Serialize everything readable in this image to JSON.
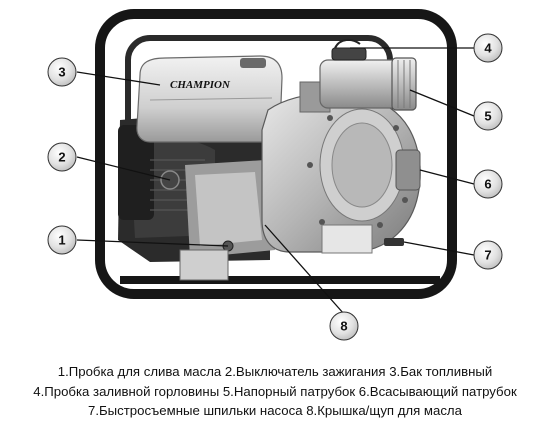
{
  "image": {
    "brand_logo_text": "CHAMPION",
    "colors": {
      "frame": "#1a1a1a",
      "engine_dark": "#2a2a2a",
      "metal_light": "#d8d8d8",
      "metal_mid": "#a8a8a8",
      "metal_dark": "#6e6e6e",
      "callout_fill": "#ececec",
      "callout_stroke": "#333333",
      "leader_line": "#111111"
    }
  },
  "callouts": [
    {
      "id": "1",
      "label": "1"
    },
    {
      "id": "2",
      "label": "2"
    },
    {
      "id": "3",
      "label": "3"
    },
    {
      "id": "4",
      "label": "4"
    },
    {
      "id": "5",
      "label": "5"
    },
    {
      "id": "6",
      "label": "6"
    },
    {
      "id": "7",
      "label": "7"
    },
    {
      "id": "8",
      "label": "8"
    }
  ],
  "legend": {
    "line1": "1.Пробка для слива масла 2.Выключатель зажигания 3.Бак топливный",
    "line2": "4.Пробка заливной горловины 5.Напорный патрубок 6.Всасывающий патрубок",
    "line3": "7.Быстросъемные шпильки насоса 8.Крышка/щуп для масла"
  }
}
